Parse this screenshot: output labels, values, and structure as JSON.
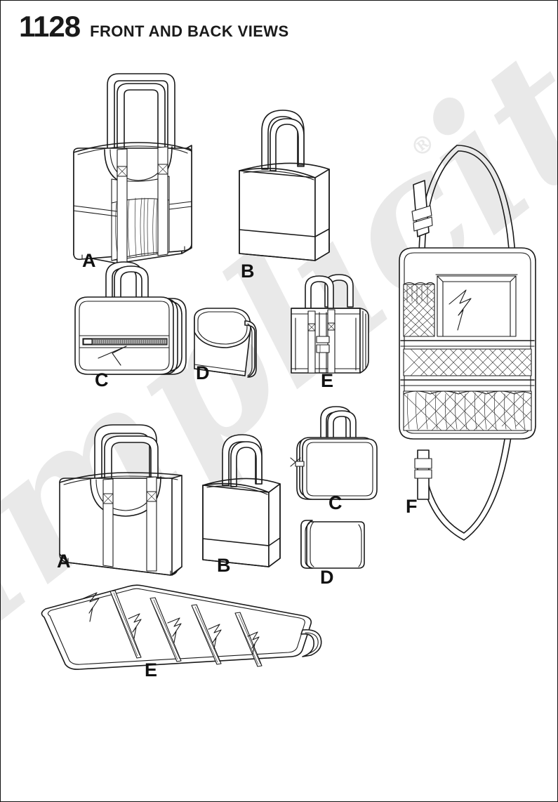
{
  "header": {
    "pattern_number": "1128",
    "views_title": "FRONT AND BACK VIEWS"
  },
  "watermark": {
    "text": "simplicity",
    "registered_mark": "®",
    "color": "#e9e9e9"
  },
  "colors": {
    "line": "#1a1a1a",
    "paper": "#ffffff",
    "border": "#111111",
    "zipper": "#6f6f6f",
    "watermark": "#e9e9e9"
  },
  "front_views": [
    {
      "label": "A",
      "name": "large-tote-gathered-front",
      "description": "Large tote bag with long shoulder straps, X-box tacks and gathered center front panel"
    },
    {
      "label": "B",
      "name": "tote-contrast-band",
      "description": "Tote bag with short handles and contrast lower band"
    },
    {
      "label": "C",
      "name": "train-case-zipper",
      "description": "Rounded train case with zippered front pocket and short handles"
    },
    {
      "label": "D",
      "name": "flap-clutch",
      "description": "Flat clutch pouch with rounded flap closure"
    },
    {
      "label": "E",
      "name": "folding-case-buckle",
      "description": "Folding case with double handles and buckle strap closure"
    },
    {
      "label": "F",
      "name": "hanging-organizer",
      "description": "Hanging travel organizer with adjustable buckle strap, mesh pockets and clear window pocket"
    }
  ],
  "back_views": [
    {
      "label": "A",
      "name": "large-tote-back",
      "description": "Large tote bag back view with long straps and X-box tacks"
    },
    {
      "label": "B",
      "name": "tote-back",
      "description": "Tote bag back view with contrast lower band"
    },
    {
      "label": "C",
      "name": "train-case-back",
      "description": "Rounded train case back view with side zipper pull"
    },
    {
      "label": "D",
      "name": "clutch-folded",
      "description": "Clutch pouch back/folded view"
    },
    {
      "label": "E",
      "name": "folding-case-open",
      "description": "Folding case shown open flat with zippered compartments and carry handle"
    }
  ],
  "labels": {
    "a_front": "A",
    "b_front": "B",
    "c_front": "C",
    "d_front": "D",
    "e_front": "E",
    "f_front": "F",
    "a_back": "A",
    "b_back": "B",
    "c_back": "C",
    "d_back": "D",
    "e_back": "E"
  }
}
